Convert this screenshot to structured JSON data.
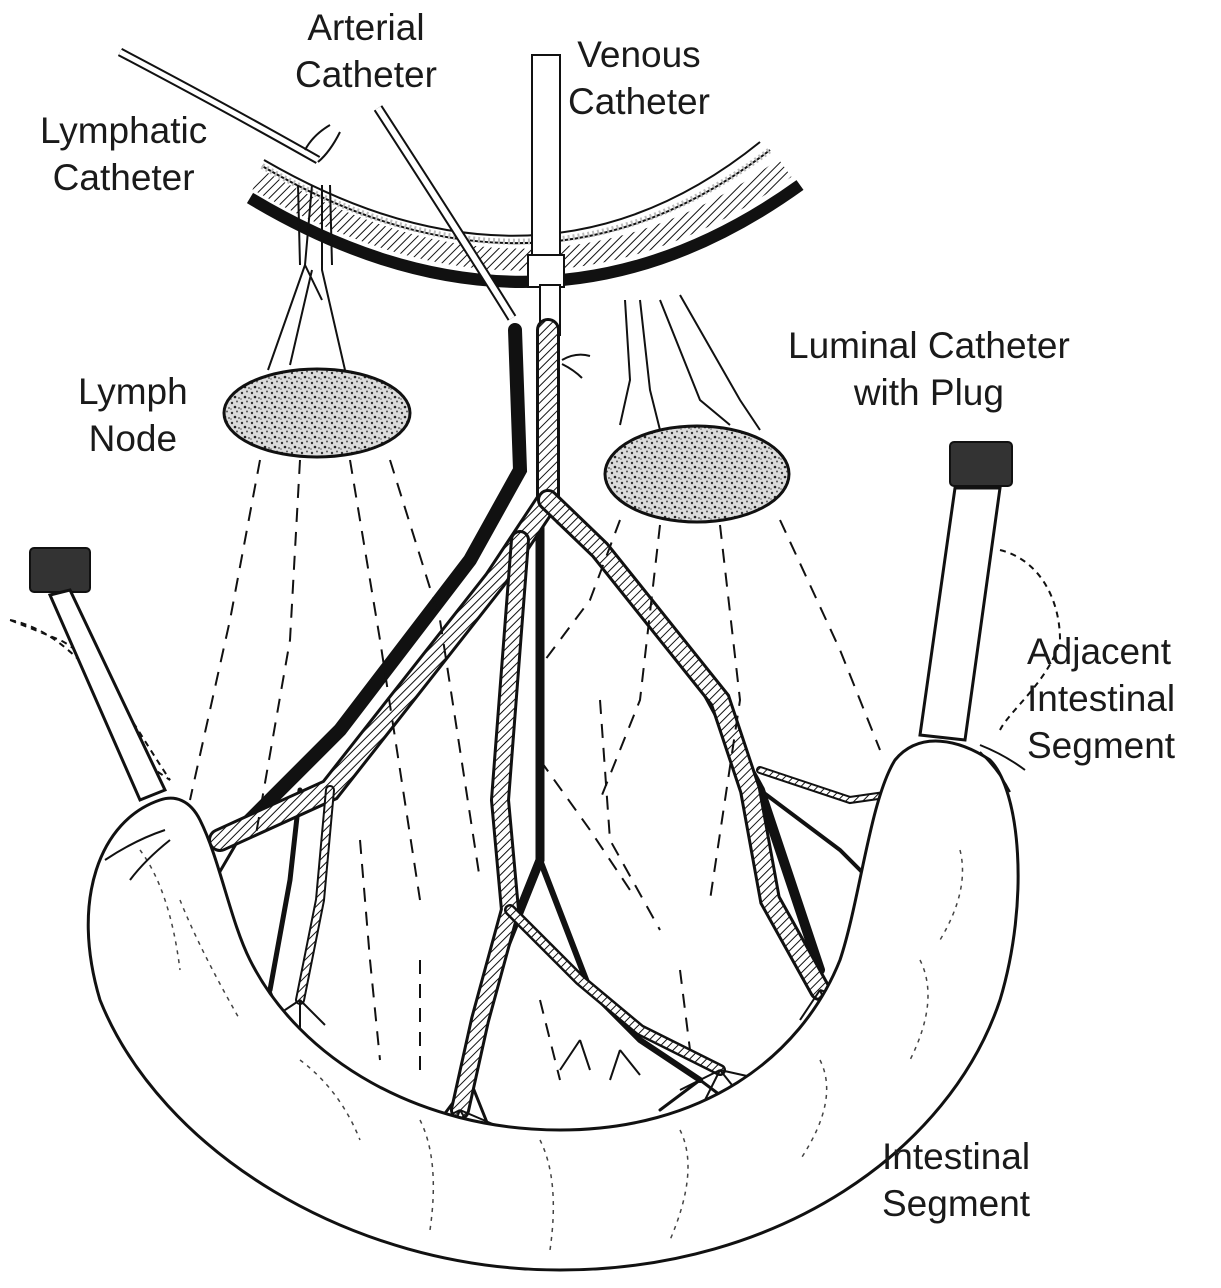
{
  "labels": {
    "arterial_catheter": [
      "Arterial",
      "Catheter"
    ],
    "venous_catheter": [
      "Venous",
      "Catheter"
    ],
    "lymphatic_catheter": [
      "Lymphatic",
      "Catheter"
    ],
    "lymph_node": [
      "Lymph",
      "Node"
    ],
    "luminal_catheter": [
      "Luminal Catheter",
      "with Plug"
    ],
    "adjacent_segment": [
      "Adjacent",
      "Intestinal",
      "Segment"
    ],
    "intestinal_segment": [
      "Intestinal",
      "Segment"
    ]
  },
  "colors": {
    "ink": "#111111",
    "paper": "#ffffff",
    "speckle": "#e4e4e4"
  }
}
